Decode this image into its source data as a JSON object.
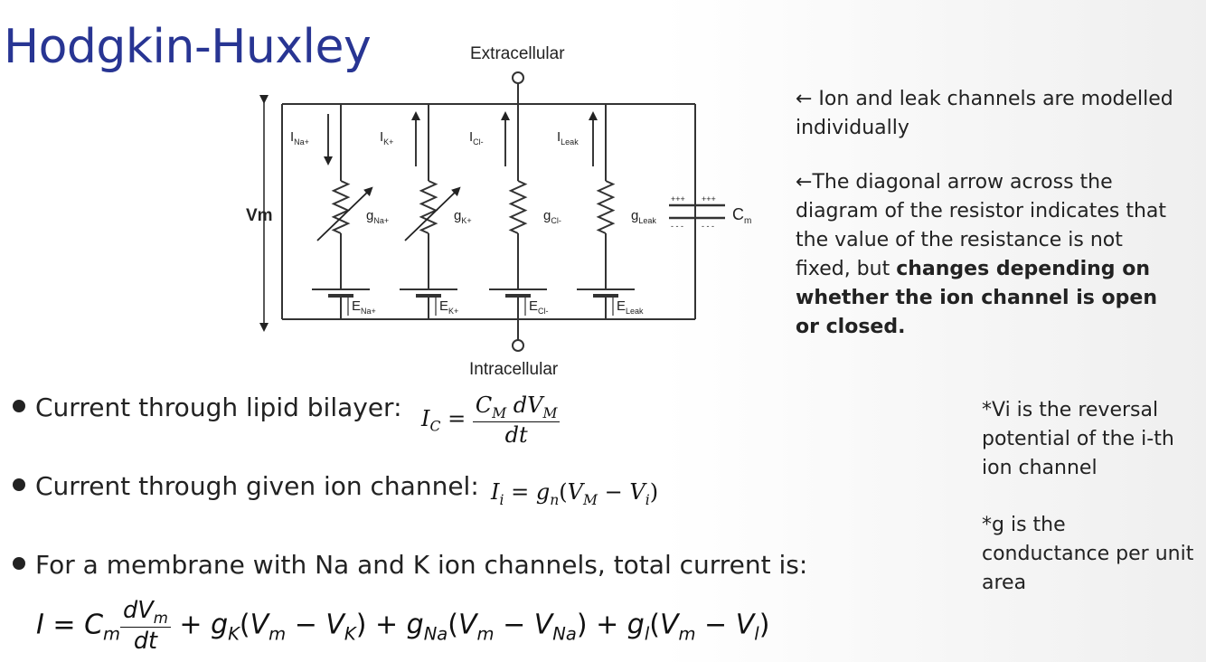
{
  "title": "Hodgkin-Huxley",
  "circuit": {
    "top_label": "Extracellular",
    "bottom_label": "Intracellular",
    "vm": "Vm",
    "cap_plus": "+++",
    "cap_minus": "- - -",
    "cap_base": "C",
    "cap_sub": "m",
    "branches": [
      {
        "I_base": "I",
        "I_sub": "Na+",
        "g_base": "g",
        "g_sub": "Na+",
        "E_base": "E",
        "E_sub": "Na+",
        "variable": true
      },
      {
        "I_base": "I",
        "I_sub": "K+",
        "g_base": "g",
        "g_sub": "K+",
        "E_base": "E",
        "E_sub": "K+",
        "variable": true
      },
      {
        "I_base": "I",
        "I_sub": "Cl-",
        "g_base": "g",
        "g_sub": "Cl-",
        "E_base": "E",
        "E_sub": "Cl-",
        "variable": false
      },
      {
        "I_base": "I",
        "I_sub": "Leak",
        "g_base": "g",
        "g_sub": "Leak",
        "E_base": "E",
        "E_sub": "Leak",
        "variable": false
      }
    ]
  },
  "notes": {
    "arrow": "←",
    "n1": " Ion and leak channels are modelled individually",
    "n2_plain": "The diagonal arrow across the diagram of the resistor indicates that the value of the resistance is not fixed, but ",
    "n2_bold": "changes depending on whether the ion channel is open or closed."
  },
  "bullets": {
    "b1": "Current through lipid bilayer:",
    "b2": "Current through given ion channel:",
    "b3": "For a membrane with Na and K ion channels, total current is:"
  },
  "side": {
    "s1": "*Vi is the reversal potential of the i-th ion channel",
    "s2": "*g is the conductance per unit area"
  },
  "equations": {
    "eq1": {
      "lhs": "I",
      "lhs_sub": "C",
      "eq": "=",
      "num": "C",
      "num_sub": "M",
      "num_rest": " dV",
      "num_rest_sub": "M",
      "den": "dt"
    },
    "eq2": {
      "lhs": "I",
      "lhs_sub": "i",
      "eq": "=",
      "g": "g",
      "g_sub": "n",
      "open": "(",
      "v1": "V",
      "v1_sub": "M",
      "minus": "−",
      "v2": "V",
      "v2_sub": "i",
      "close": ")"
    },
    "eq3": {
      "lhs": "I",
      "eq": "=",
      "c": "C",
      "c_sub": "m",
      "num": "dV",
      "num_sub": "m",
      "den": "dt",
      "plus": "+",
      "gk": "g",
      "gk_sub": "K",
      "vm": "V",
      "vm_sub": "m",
      "minus": "−",
      "vk": "V",
      "vk_sub": "K",
      "gna": "g",
      "gna_sub": "Na",
      "vna": "V",
      "vna_sub": "Na",
      "gl": "g",
      "gl_sub": "l",
      "vl": "V",
      "vl_sub": "l",
      "open": "(",
      "close": ")"
    }
  }
}
